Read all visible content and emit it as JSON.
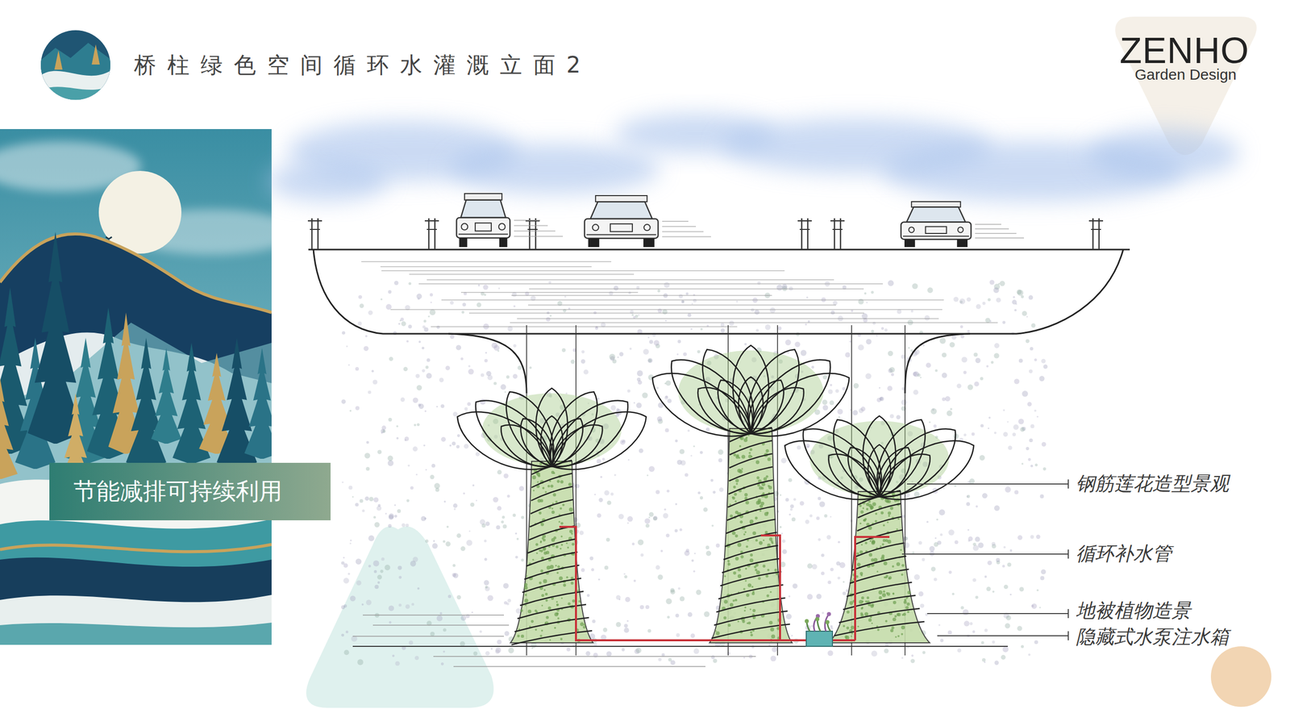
{
  "diagram": {
    "title": "桥柱绿色空间循环水灌溉立面2",
    "nodes": [
      {
        "text": [
          "节能减排可持续利用"
        ]
      }
    ],
    "labels": [
      "ZENHO",
      "Garden Design",
      "钢筋莲花造型景观",
      "循环补水管",
      "地被植物造景",
      "隐藏式水泵注水箱"
    ]
  }
}
